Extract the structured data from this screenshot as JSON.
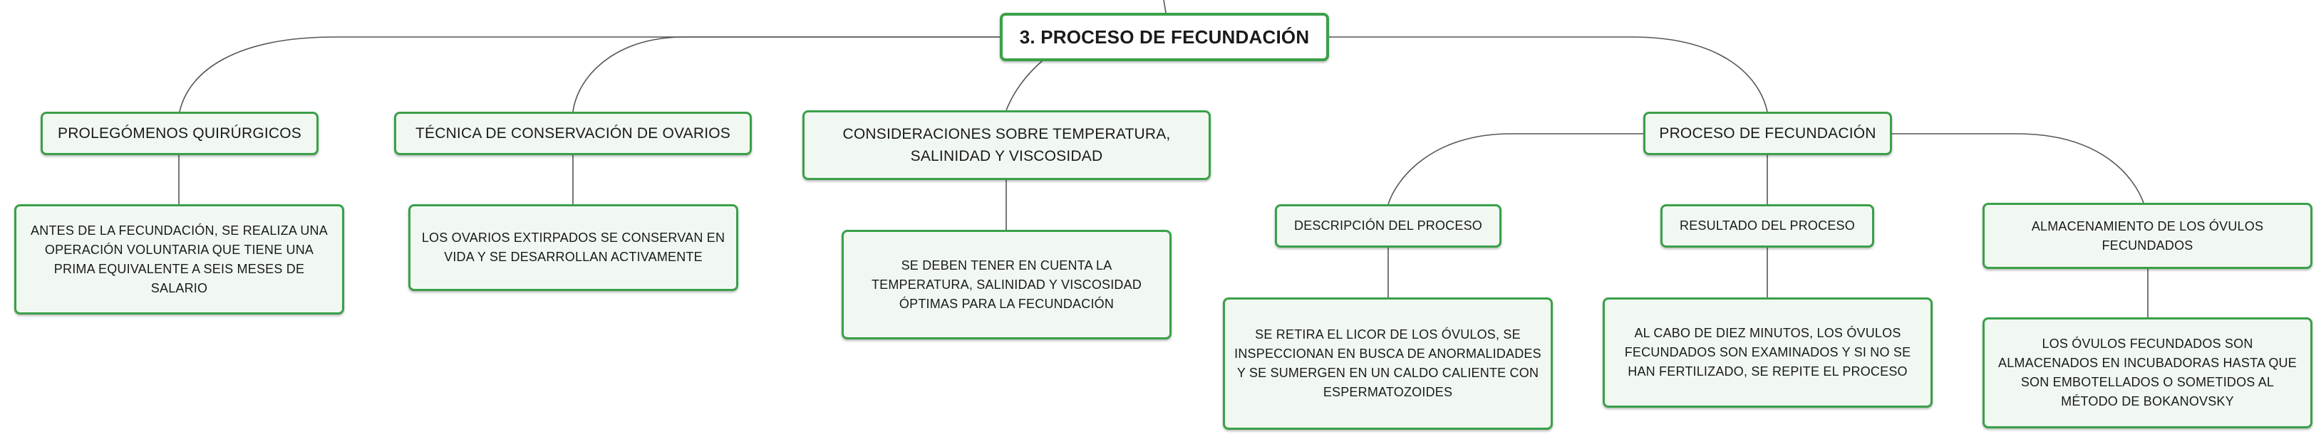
{
  "root": {
    "label": "3. PROCESO DE FECUNDACIÓN"
  },
  "branches": [
    {
      "label": "PROLEGÓMENOS QUIRÚRGICOS",
      "detail": "ANTES DE LA FECUNDACIÓN, SE REALIZA UNA OPERACIÓN VOLUNTARIA QUE TIENE UNA PRIMA EQUIVALENTE A SEIS MESES DE SALARIO"
    },
    {
      "label": "TÉCNICA DE CONSERVACIÓN DE OVARIOS",
      "detail": "LOS OVARIOS EXTIRPADOS SE CONSERVAN EN VIDA Y SE DESARROLLAN ACTIVAMENTE"
    },
    {
      "label": "CONSIDERACIONES SOBRE TEMPERATURA, SALINIDAD Y VISCOSIDAD",
      "detail": "SE DEBEN TENER EN CUENTA LA TEMPERATURA, SALINIDAD Y VISCOSIDAD ÓPTIMAS PARA LA FECUNDACIÓN"
    },
    {
      "label": "PROCESO DE FECUNDACIÓN",
      "children": [
        {
          "label": "DESCRIPCIÓN DEL PROCESO",
          "detail": "SE RETIRA EL LICOR DE LOS ÓVULOS, SE INSPECCIONAN EN BUSCA DE ANORMALIDADES Y SE SUMERGEN EN UN CALDO CALIENTE CON ESPERMATOZOIDES"
        },
        {
          "label": "RESULTADO DEL PROCESO",
          "detail": "AL CABO DE DIEZ MINUTOS, LOS ÓVULOS FECUNDADOS SON EXAMINADOS Y SI NO SE HAN FERTILIZADO, SE REPITE EL PROCESO"
        },
        {
          "label": "ALMACENAMIENTO DE LOS ÓVULOS FECUNDADOS",
          "detail": "LOS ÓVULOS FECUNDADOS SON ALMACENADOS EN INCUBADORAS HASTA QUE SON EMBOTELLADOS O SOMETIDOS AL MÉTODO DE BOKANOVSKY"
        }
      ]
    }
  ],
  "colors": {
    "border": "#3aa049",
    "fill": "#f1f8f2",
    "line": "#555555"
  }
}
